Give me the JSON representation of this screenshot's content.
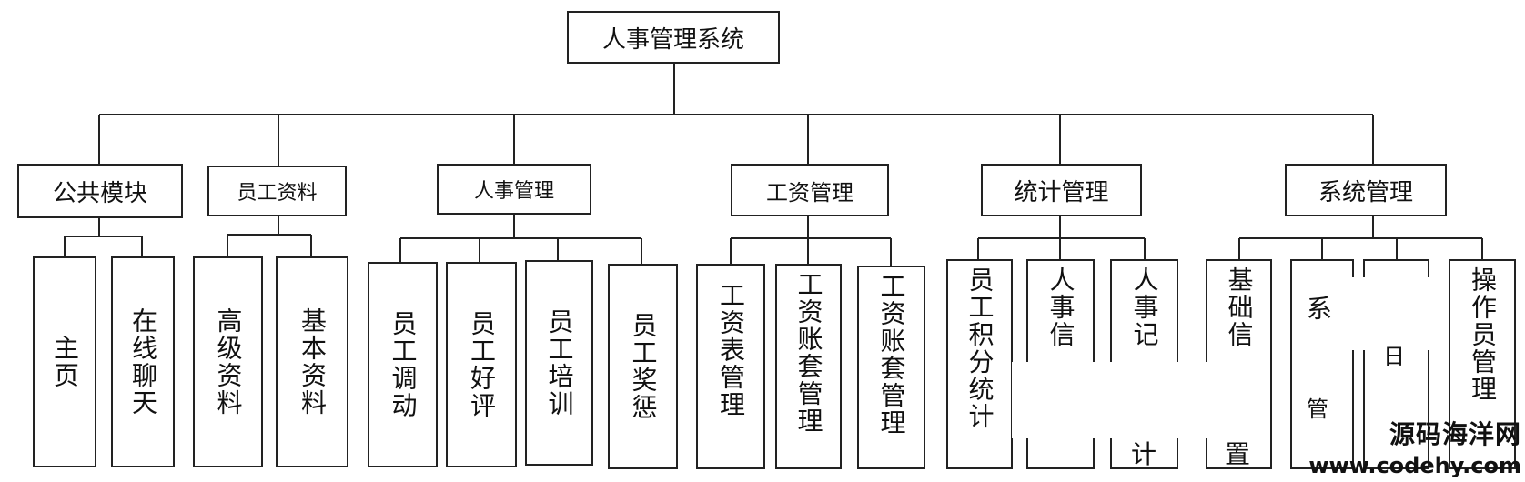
{
  "root": {
    "label": "人事管理系统"
  },
  "modules": [
    {
      "label": "公共模块",
      "children": [
        "主页",
        "在线聊天"
      ]
    },
    {
      "label": "员工资料",
      "children": [
        "高级资料",
        "基本资料"
      ]
    },
    {
      "label": "人事管理",
      "children": [
        "员工调动",
        "员工好评",
        "员工培训",
        "员工奖惩"
      ]
    },
    {
      "label": "工资管理",
      "children": [
        "工资表管理",
        "工资账套管理",
        "工资账套管理"
      ]
    },
    {
      "label": "统计管理",
      "children": [
        "员工积分统计",
        "人事信",
        "人事记",
        "计"
      ]
    },
    {
      "label": "系统管理",
      "children": [
        "基础信",
        "置",
        "系",
        "管",
        "日",
        "操作员管理"
      ]
    }
  ],
  "watermark": {
    "line1": "源码海洋网",
    "line2": "www.codehy.com"
  }
}
